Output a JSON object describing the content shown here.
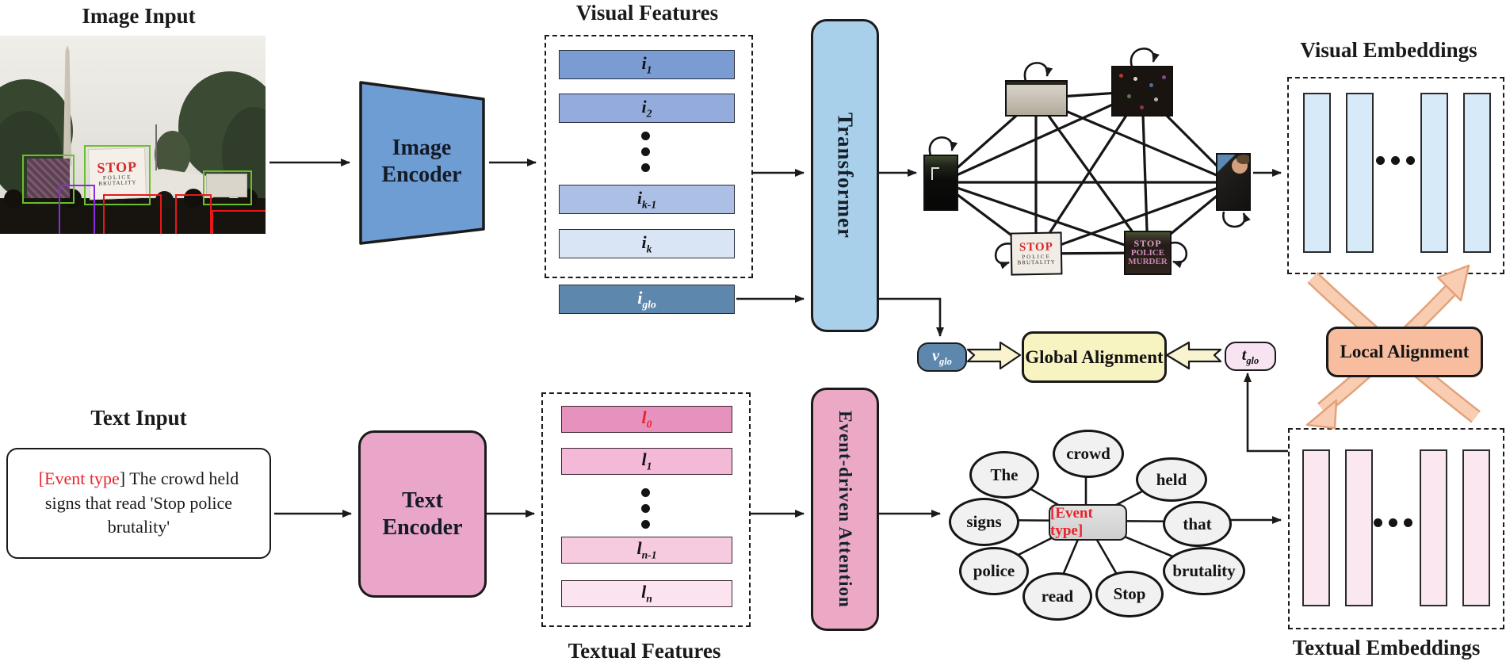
{
  "titles": {
    "image_input": "Image Input",
    "visual_features": "Visual Features",
    "visual_embeddings": "Visual Embeddings",
    "text_input": "Text Input",
    "textual_features": "Textual Features",
    "textual_embeddings": "Textual Embeddings"
  },
  "blocks": {
    "image_encoder_line1": "Image",
    "image_encoder_line2": "Encoder",
    "text_encoder_line1": "Text",
    "text_encoder_line2": "Encoder",
    "transformer": "Transformer",
    "event_attention": "Event-driven Attention",
    "global_alignment": "Global Alignment",
    "local_alignment": "Local Alignment"
  },
  "features": {
    "visual_bars": [
      {
        "base": "i",
        "sub": "1"
      },
      {
        "base": "i",
        "sub": "2"
      },
      {
        "base": "i",
        "sub": "k-1"
      },
      {
        "base": "i",
        "sub": "k"
      }
    ],
    "i_glo": {
      "base": "i",
      "sub": "glo"
    },
    "textual_bars": [
      {
        "base": "l",
        "sub": "0"
      },
      {
        "base": "l",
        "sub": "1"
      },
      {
        "base": "l",
        "sub": "n-1"
      },
      {
        "base": "l",
        "sub": "n"
      }
    ],
    "v_glo": {
      "base": "v",
      "sub": "glo"
    },
    "t_glo": {
      "base": "t",
      "sub": "glo"
    }
  },
  "text_input": {
    "event_tag": "[Event type",
    "rest": "] The crowd held signs that read 'Stop police brutality'"
  },
  "word_graph": {
    "center": "[Event type]",
    "words": [
      "The",
      "crowd",
      "held",
      "signs",
      "that",
      "police",
      "read",
      "Stop",
      "brutality"
    ]
  },
  "photo": {
    "sign_stop": "STOP",
    "sign_line2": "POLICE",
    "sign_line3": "BRUTALITY"
  },
  "graph_nodes": {
    "sign_bl": {
      "l1": "STOP",
      "l2": "POLICE",
      "l3": "BRUTALITY"
    },
    "sign_br": {
      "l1": "STOP",
      "l2": "POLICE",
      "l3": "MURDER"
    }
  },
  "colors": {
    "encoder_blue": "#6E9DD3",
    "transformer_blue": "#A9D0EA",
    "steel_blue": "#5E87AE",
    "encoder_pink": "#E9A6C9",
    "attention_pink": "#ECA9C6",
    "alignment_yellow": "#F8F4C2",
    "alignment_salmon": "#F7BD9E",
    "red_accent": "#E8232A"
  }
}
